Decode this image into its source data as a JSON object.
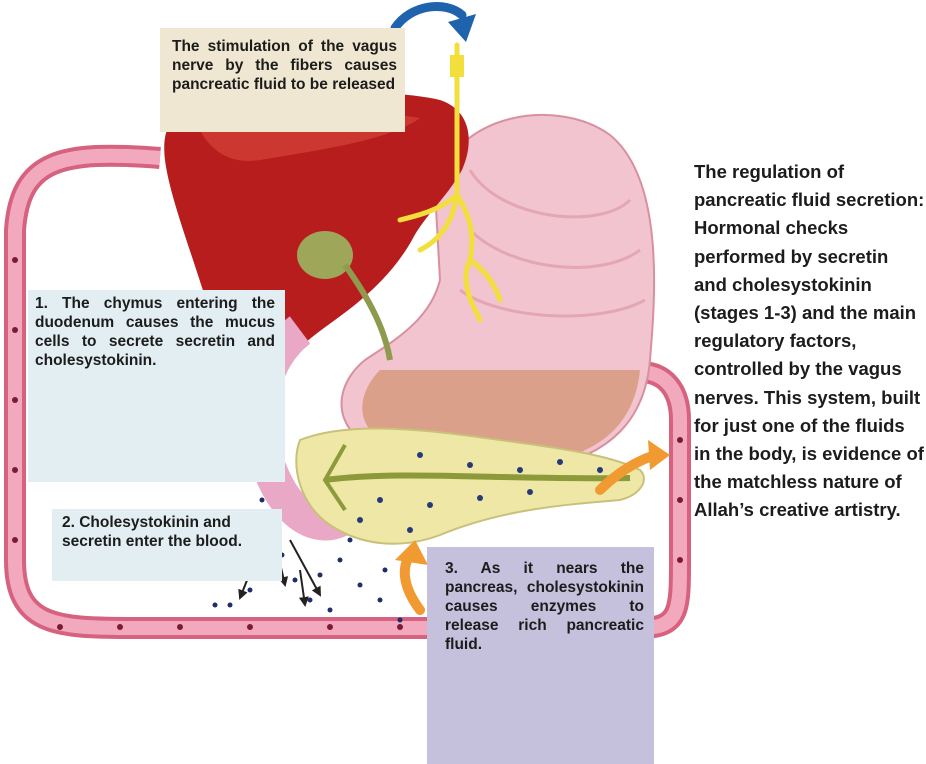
{
  "labels": {
    "vagus_note": "The stimulation of the vagus nerve by the fibers causes pancreatic fluid to be released",
    "step1": "1. The chymus entering the duodenum causes the mucus cells to secrete secretin and cholesystokinin.",
    "step2": "2. Cholesystokinin and secretin enter the blood.",
    "step3": "3. As it nears the pancreas, cholesystokinin causes enzymes to release rich pancreatic fluid."
  },
  "side_caption": {
    "heading": "The regulation of pancreatic fluid secretion:",
    "body": "Hormonal checks performed by secretin and cholesystokinin (stages 1-3) and the main regulatory factors, controlled by the vagus nerves. This system, built for just one of the fluids in the body, is evidence of the matchless nature of Allah’s creative artistry."
  },
  "colors": {
    "blood_vessel": "#e88aa8",
    "liver": "#b81d1e",
    "stomach": "#f1c4cf",
    "pancreas": "#eee7a6",
    "nerve": "#f2df3c",
    "arrow_blue": "#1f63ad",
    "arrow_orange": "#f29a32"
  }
}
